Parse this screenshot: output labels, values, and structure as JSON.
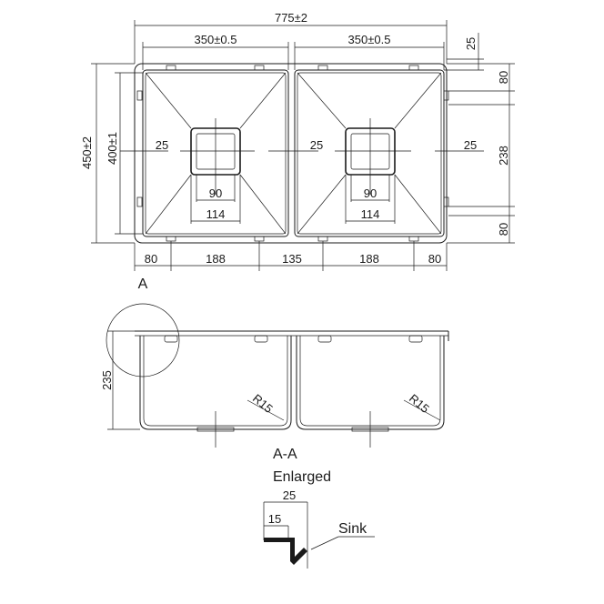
{
  "top_view": {
    "overall_width": "775±2",
    "bowl_width_left": "350±0.5",
    "bowl_width_right": "350±0.5",
    "flange_top": "25",
    "overall_depth": "450±2",
    "bowl_depth": "400±1",
    "left_edge_25": "25",
    "center_25": "25",
    "right_edge_25": "25",
    "drain_inner_left": "90",
    "drain_inner_right": "90",
    "drain_outer_left": "114",
    "drain_outer_right": "114",
    "right_top_80": "80",
    "right_mid_238": "238",
    "right_bottom_80": "80",
    "bottom_80_left": "80",
    "bottom_188_left": "188",
    "bottom_135": "135",
    "bottom_188_right": "188",
    "bottom_80_right": "80"
  },
  "section_view": {
    "detail_marker": "A",
    "height": "235",
    "radius_left": "R15",
    "radius_right": "R15"
  },
  "detail": {
    "title": "A-A",
    "subtitle": "Enlarged",
    "width": "25",
    "inner": "15",
    "pointer_label": "Sink"
  }
}
